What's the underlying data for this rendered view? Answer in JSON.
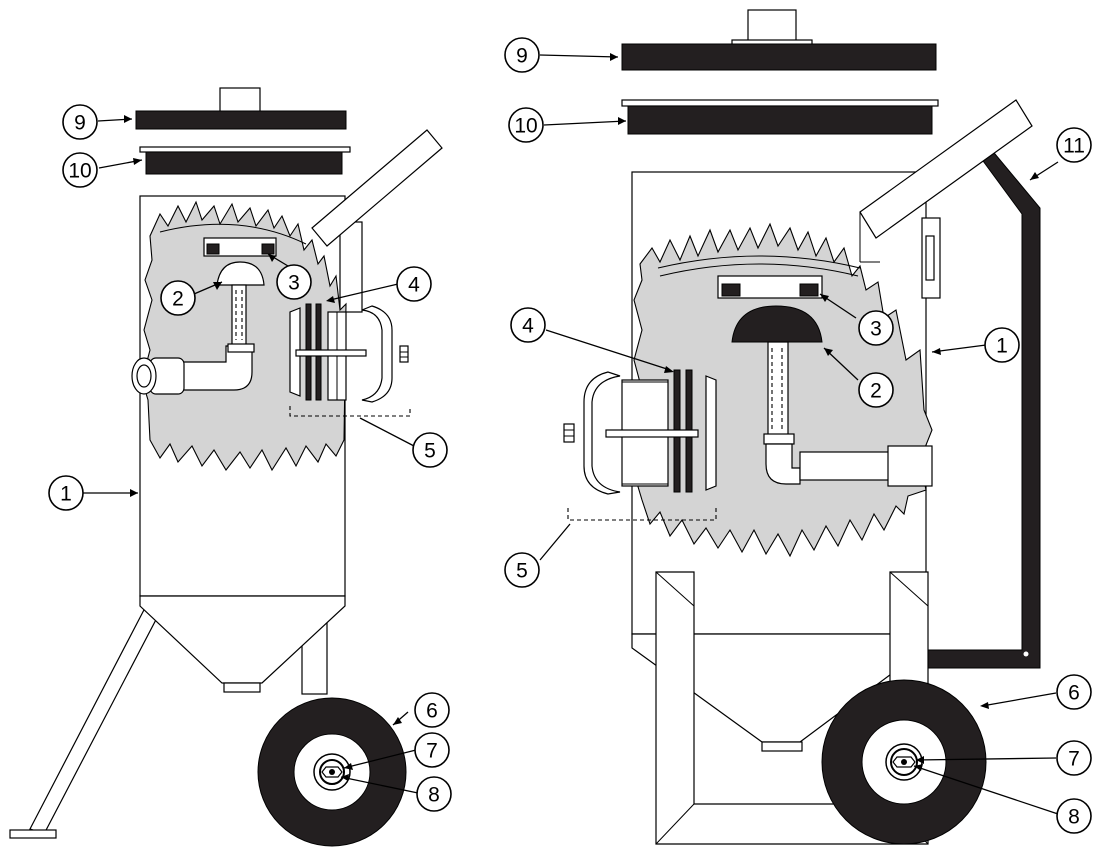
{
  "callouts": [
    {
      "id": "left-1",
      "label": "1"
    },
    {
      "id": "left-2",
      "label": "2"
    },
    {
      "id": "left-3",
      "label": "3"
    },
    {
      "id": "left-4",
      "label": "4"
    },
    {
      "id": "left-5",
      "label": "5"
    },
    {
      "id": "left-6",
      "label": "6"
    },
    {
      "id": "left-7",
      "label": "7"
    },
    {
      "id": "left-8",
      "label": "8"
    },
    {
      "id": "left-9",
      "label": "9"
    },
    {
      "id": "left-10",
      "label": "10"
    },
    {
      "id": "right-1",
      "label": "1"
    },
    {
      "id": "right-2",
      "label": "2"
    },
    {
      "id": "right-3",
      "label": "3"
    },
    {
      "id": "right-4",
      "label": "4"
    },
    {
      "id": "right-5",
      "label": "5"
    },
    {
      "id": "right-6",
      "label": "6"
    },
    {
      "id": "right-7",
      "label": "7"
    },
    {
      "id": "right-8",
      "label": "8"
    },
    {
      "id": "right-9",
      "label": "9"
    },
    {
      "id": "right-10",
      "label": "10"
    },
    {
      "id": "right-11",
      "label": "11"
    }
  ],
  "colors": {
    "line": "#000000",
    "cutaway_fill": "#d4d4d4",
    "solid_parts": "#231f20",
    "background": "#ffffff"
  }
}
